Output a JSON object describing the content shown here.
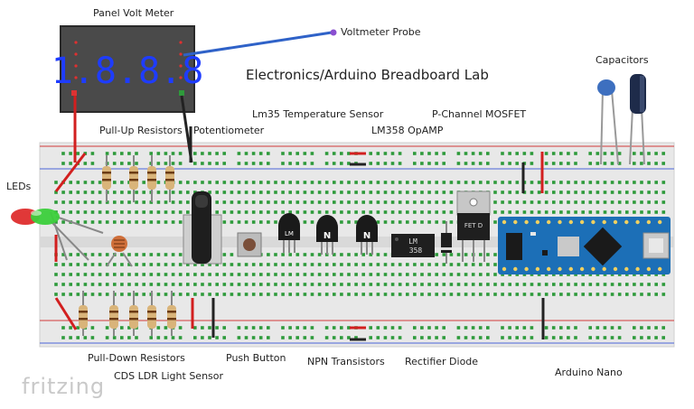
{
  "title": "Electronics/Arduino Breadboard Lab",
  "logo": "fritzing",
  "labels": {
    "panel_volt_meter": "Panel Volt Meter",
    "voltmeter_probe": "Voltmeter Probe",
    "capacitors": "Capacitors",
    "pull_up_resistors": "Pull-Up Resistors",
    "potentiometer": "Potentiometer",
    "lm35": "Lm35 Temperature Sensor",
    "lm358": "LM358 OpAMP",
    "mosfet": "P-Channel MOSFET",
    "leds": "LEDs",
    "pull_down_resistors": "Pull-Down Resistors",
    "cds_ldr": "CDS LDR Light Sensor",
    "push_button": "Push Button",
    "npn": "NPN Transistors",
    "diode": "Rectifier Diode",
    "arduino_nano": "Arduino Nano"
  },
  "parts": {
    "meter_display": "1.8.8.8",
    "lm35_mark": "LM",
    "npn_mark": "N",
    "opamp_mark": [
      "LM",
      "358"
    ],
    "mosfet_mark": "FET D"
  },
  "colors": {
    "board": "#e9e9e9",
    "rail_red": "#d23a3a",
    "rail_blue": "#4a64d8",
    "hole": "#2e9a3b",
    "nano_blue": "#1c6fb7",
    "meter_digits": "#1e3cff",
    "probe": "#2f62c8"
  }
}
